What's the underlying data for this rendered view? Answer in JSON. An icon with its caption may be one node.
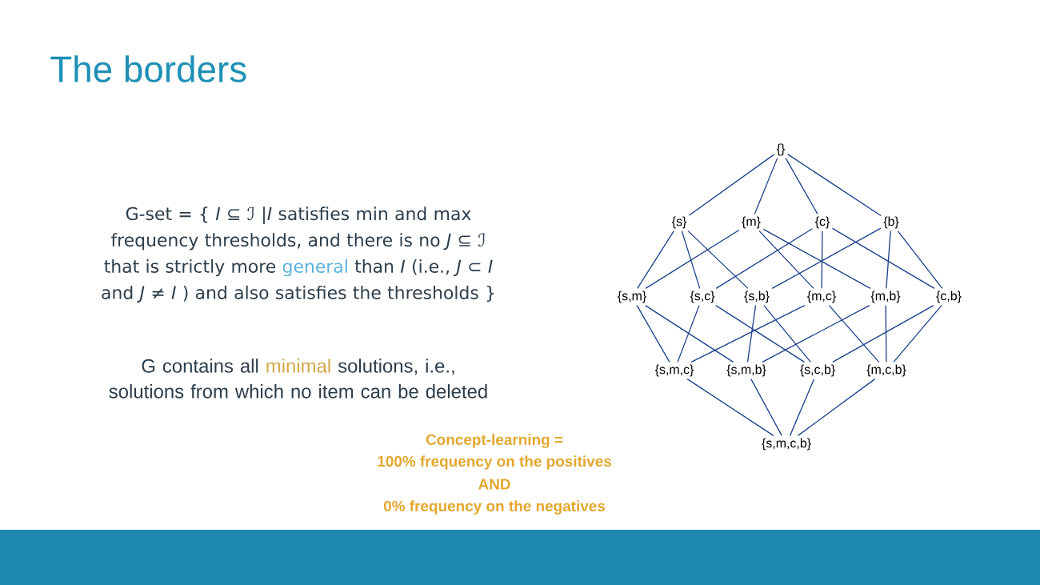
{
  "diagram": {
    "title": "The borders",
    "nodes": [
      {
        "text": [
          "{}"
        ]
      },
      {
        "text": [
          "{s}"
        ]
      },
      {
        "text": [
          "{m}"
        ]
      },
      {
        "text": [
          "{c}"
        ]
      },
      {
        "text": [
          "{b}"
        ]
      },
      {
        "text": [
          "{s,m}"
        ]
      },
      {
        "text": [
          "{s,c}"
        ]
      },
      {
        "text": [
          "{s,b}"
        ]
      },
      {
        "text": [
          "{m,c}"
        ]
      },
      {
        "text": [
          "{m,b}"
        ]
      },
      {
        "text": [
          "{c,b}"
        ]
      },
      {
        "text": [
          "{s,m,c}"
        ]
      },
      {
        "text": [
          "{s,m,b}"
        ]
      },
      {
        "text": [
          "{s,c,b}"
        ]
      },
      {
        "text": [
          "{m,c,b}"
        ]
      },
      {
        "text": [
          "{s,m,c,b}"
        ]
      }
    ],
    "edges": [
      {
        "from": 0,
        "to": 1,
        "arrow": "none"
      },
      {
        "from": 0,
        "to": 2,
        "arrow": "none"
      },
      {
        "from": 0,
        "to": 3,
        "arrow": "none"
      },
      {
        "from": 0,
        "to": 4,
        "arrow": "none"
      },
      {
        "from": 1,
        "to": 5,
        "arrow": "none"
      },
      {
        "from": 1,
        "to": 6,
        "arrow": "none"
      },
      {
        "from": 1,
        "to": 7,
        "arrow": "none"
      },
      {
        "from": 2,
        "to": 5,
        "arrow": "none"
      },
      {
        "from": 2,
        "to": 8,
        "arrow": "none"
      },
      {
        "from": 2,
        "to": 9,
        "arrow": "none"
      },
      {
        "from": 3,
        "to": 6,
        "arrow": "none"
      },
      {
        "from": 3,
        "to": 8,
        "arrow": "none"
      },
      {
        "from": 3,
        "to": 10,
        "arrow": "none"
      },
      {
        "from": 4,
        "to": 7,
        "arrow": "none"
      },
      {
        "from": 4,
        "to": 9,
        "arrow": "none"
      },
      {
        "from": 4,
        "to": 10,
        "arrow": "none"
      },
      {
        "from": 5,
        "to": 11,
        "arrow": "none"
      },
      {
        "from": 5,
        "to": 12,
        "arrow": "none"
      },
      {
        "from": 6,
        "to": 11,
        "arrow": "none"
      },
      {
        "from": 6,
        "to": 13,
        "arrow": "none"
      },
      {
        "from": 7,
        "to": 12,
        "arrow": "none"
      },
      {
        "from": 7,
        "to": 13,
        "arrow": "none"
      },
      {
        "from": 8,
        "to": 11,
        "arrow": "none"
      },
      {
        "from": 8,
        "to": 14,
        "arrow": "none"
      },
      {
        "from": 9,
        "to": 12,
        "arrow": "none"
      },
      {
        "from": 9,
        "to": 14,
        "arrow": "none"
      },
      {
        "from": 10,
        "to": 13,
        "arrow": "none"
      },
      {
        "from": 10,
        "to": 14,
        "arrow": "none"
      },
      {
        "from": 11,
        "to": 15,
        "arrow": "none"
      },
      {
        "from": 12,
        "to": 15,
        "arrow": "none"
      },
      {
        "from": 13,
        "to": 15,
        "arrow": "none"
      },
      {
        "from": 14,
        "to": 15,
        "arrow": "none"
      }
    ],
    "labels": [
      "G-set = { *I* ⊆ ℐ |*I* satisfies min and max frequency thresholds, and there is no *J* ⊆ ℐ that is strictly more",
      "general",
      "than *I* (i.e., *J* ⊂ *I* and *J* ≠ *I* ) and also satisfies the thresholds }",
      "G contains all",
      "minimal",
      "solutions, i.e., solutions from which no item can be deleted",
      "Concept-learning =",
      "100% frequency on the positives",
      "AND",
      "0% frequency on the negatives"
    ]
  }
}
